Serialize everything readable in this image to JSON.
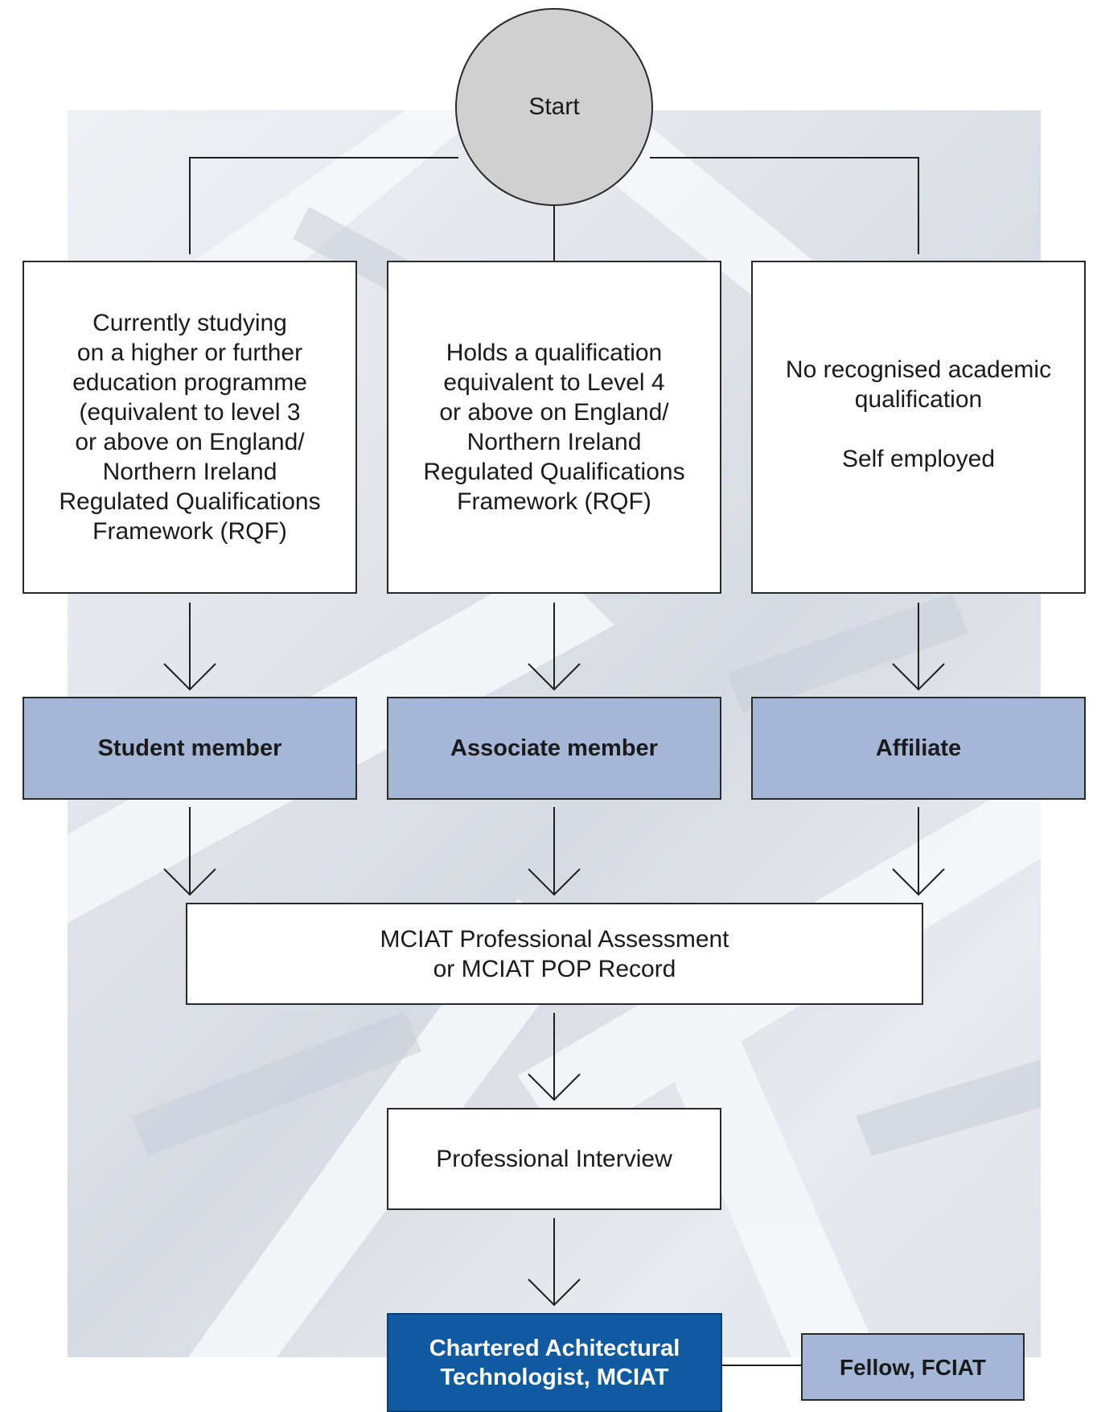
{
  "start": {
    "label": "Start"
  },
  "criteria": [
    {
      "text": "Currently studying\non a higher or further\neducation programme\n(equivalent to level 3\nor above on England/\nNorthern Ireland\nRegulated Qualifications\nFramework (RQF)"
    },
    {
      "text": "Holds a qualification\nequivalent to Level 4\nor above on England/\nNorthern Ireland\nRegulated Qualifications\nFramework (RQF)"
    },
    {
      "text": "No recognised academic\nqualification\n\nSelf employed"
    }
  ],
  "membership": [
    {
      "label": "Student member"
    },
    {
      "label": "Associate member"
    },
    {
      "label": "Affiliate"
    }
  ],
  "assessment": {
    "text": "MCIAT Professional Assessment\nor MCIAT POP Record"
  },
  "interview": {
    "text": "Professional Interview"
  },
  "chartered": {
    "text": "Chartered Achitectural\nTechnologist, MCIAT"
  },
  "fellow": {
    "text": "Fellow, FCIAT"
  },
  "colors": {
    "membership_fill": "#a4b7d6",
    "chartered_fill": "#0f5aa0",
    "start_fill": "#d0d0d0"
  }
}
